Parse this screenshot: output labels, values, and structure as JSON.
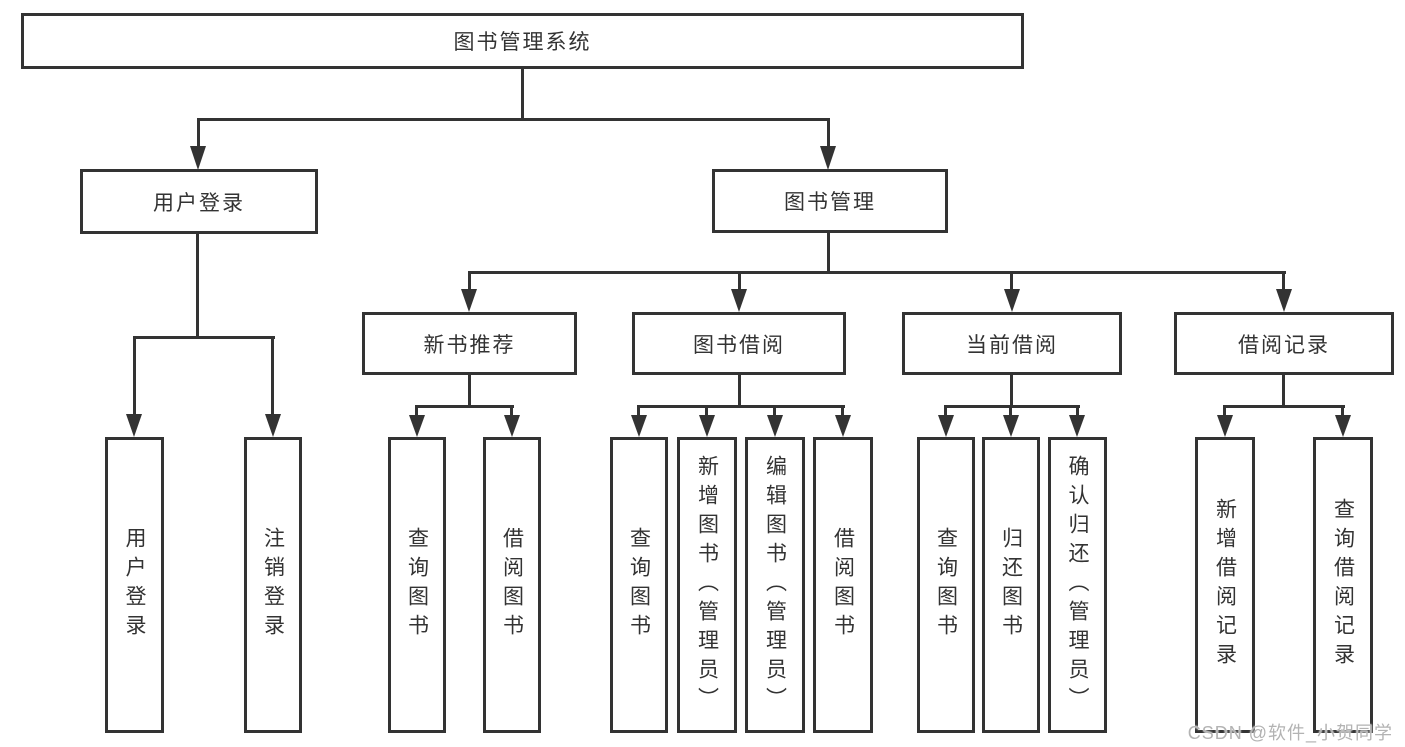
{
  "diagram": {
    "type": "hierarchy-tree",
    "title": "图书管理系统",
    "level2": [
      {
        "label": "用户登录"
      },
      {
        "label": "图书管理"
      }
    ],
    "level3": [
      {
        "label": "新书推荐",
        "parent": "图书管理"
      },
      {
        "label": "图书借阅",
        "parent": "图书管理"
      },
      {
        "label": "当前借阅",
        "parent": "图书管理"
      },
      {
        "label": "借阅记录",
        "parent": "图书管理"
      }
    ],
    "leaves": [
      {
        "label": "用户登录",
        "parent": "用户登录"
      },
      {
        "label": "注销登录",
        "parent": "用户登录"
      },
      {
        "label": "查询图书",
        "parent": "新书推荐"
      },
      {
        "label": "借阅图书",
        "parent": "新书推荐"
      },
      {
        "label": "查询图书",
        "parent": "图书借阅"
      },
      {
        "label": "新增图书（管理员）",
        "parent": "图书借阅"
      },
      {
        "label": "编辑图书（管理员）",
        "parent": "图书借阅"
      },
      {
        "label": "借阅图书",
        "parent": "图书借阅"
      },
      {
        "label": "查询图书",
        "parent": "当前借阅"
      },
      {
        "label": "归还图书",
        "parent": "当前借阅"
      },
      {
        "label": "确认归还（管理员）",
        "parent": "当前借阅"
      },
      {
        "label": "新增借阅记录",
        "parent": "借阅记录"
      },
      {
        "label": "查询借阅记录",
        "parent": "借阅记录"
      }
    ],
    "watermark": "CSDN @软件_小贺同学",
    "colors": {
      "line": "#333333",
      "text": "#333333",
      "background": "#ffffff",
      "watermark": "#b3b3b3"
    }
  }
}
